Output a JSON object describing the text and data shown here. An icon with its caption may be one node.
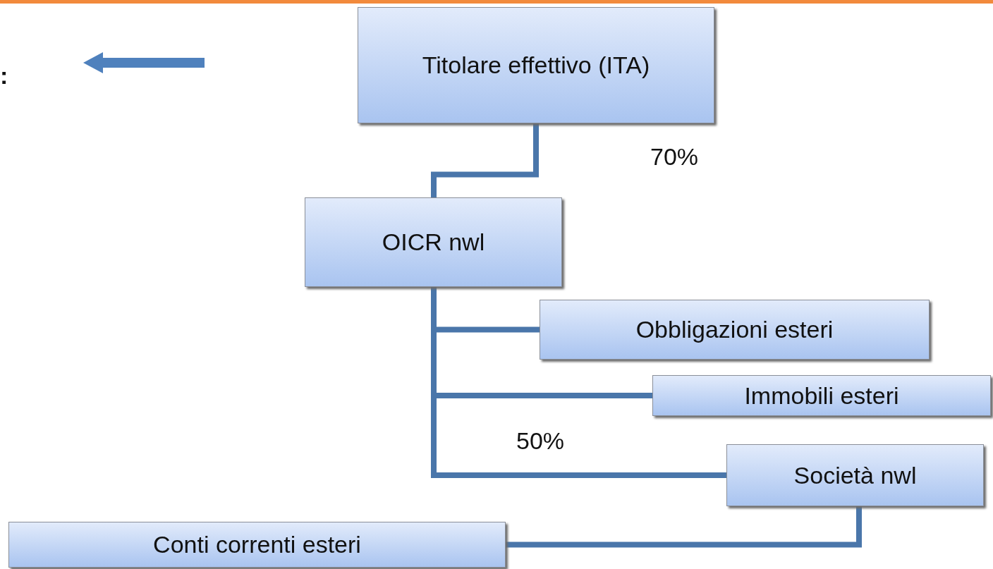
{
  "diagram": {
    "nodes": [
      {
        "text": [
          "Titolare effettivo (ITA)"
        ]
      },
      {
        "text": [
          "OICR nwl"
        ]
      },
      {
        "text": [
          "Obbligazioni esteri"
        ]
      },
      {
        "text": [
          "Immobili esteri"
        ]
      },
      {
        "text": [
          "Società nwl"
        ]
      },
      {
        "text": [
          "Conti correnti esteri"
        ]
      }
    ],
    "edges": [
      {
        "from": 0,
        "to": 1,
        "arrow": "none",
        "label": "70%"
      },
      {
        "from": 1,
        "to": 2,
        "arrow": "none"
      },
      {
        "from": 1,
        "to": 3,
        "arrow": "none"
      },
      {
        "from": 1,
        "to": 4,
        "arrow": "none",
        "label": "50%"
      },
      {
        "from": 4,
        "to": 5,
        "arrow": "none"
      }
    ],
    "labels": [
      ":"
    ]
  }
}
